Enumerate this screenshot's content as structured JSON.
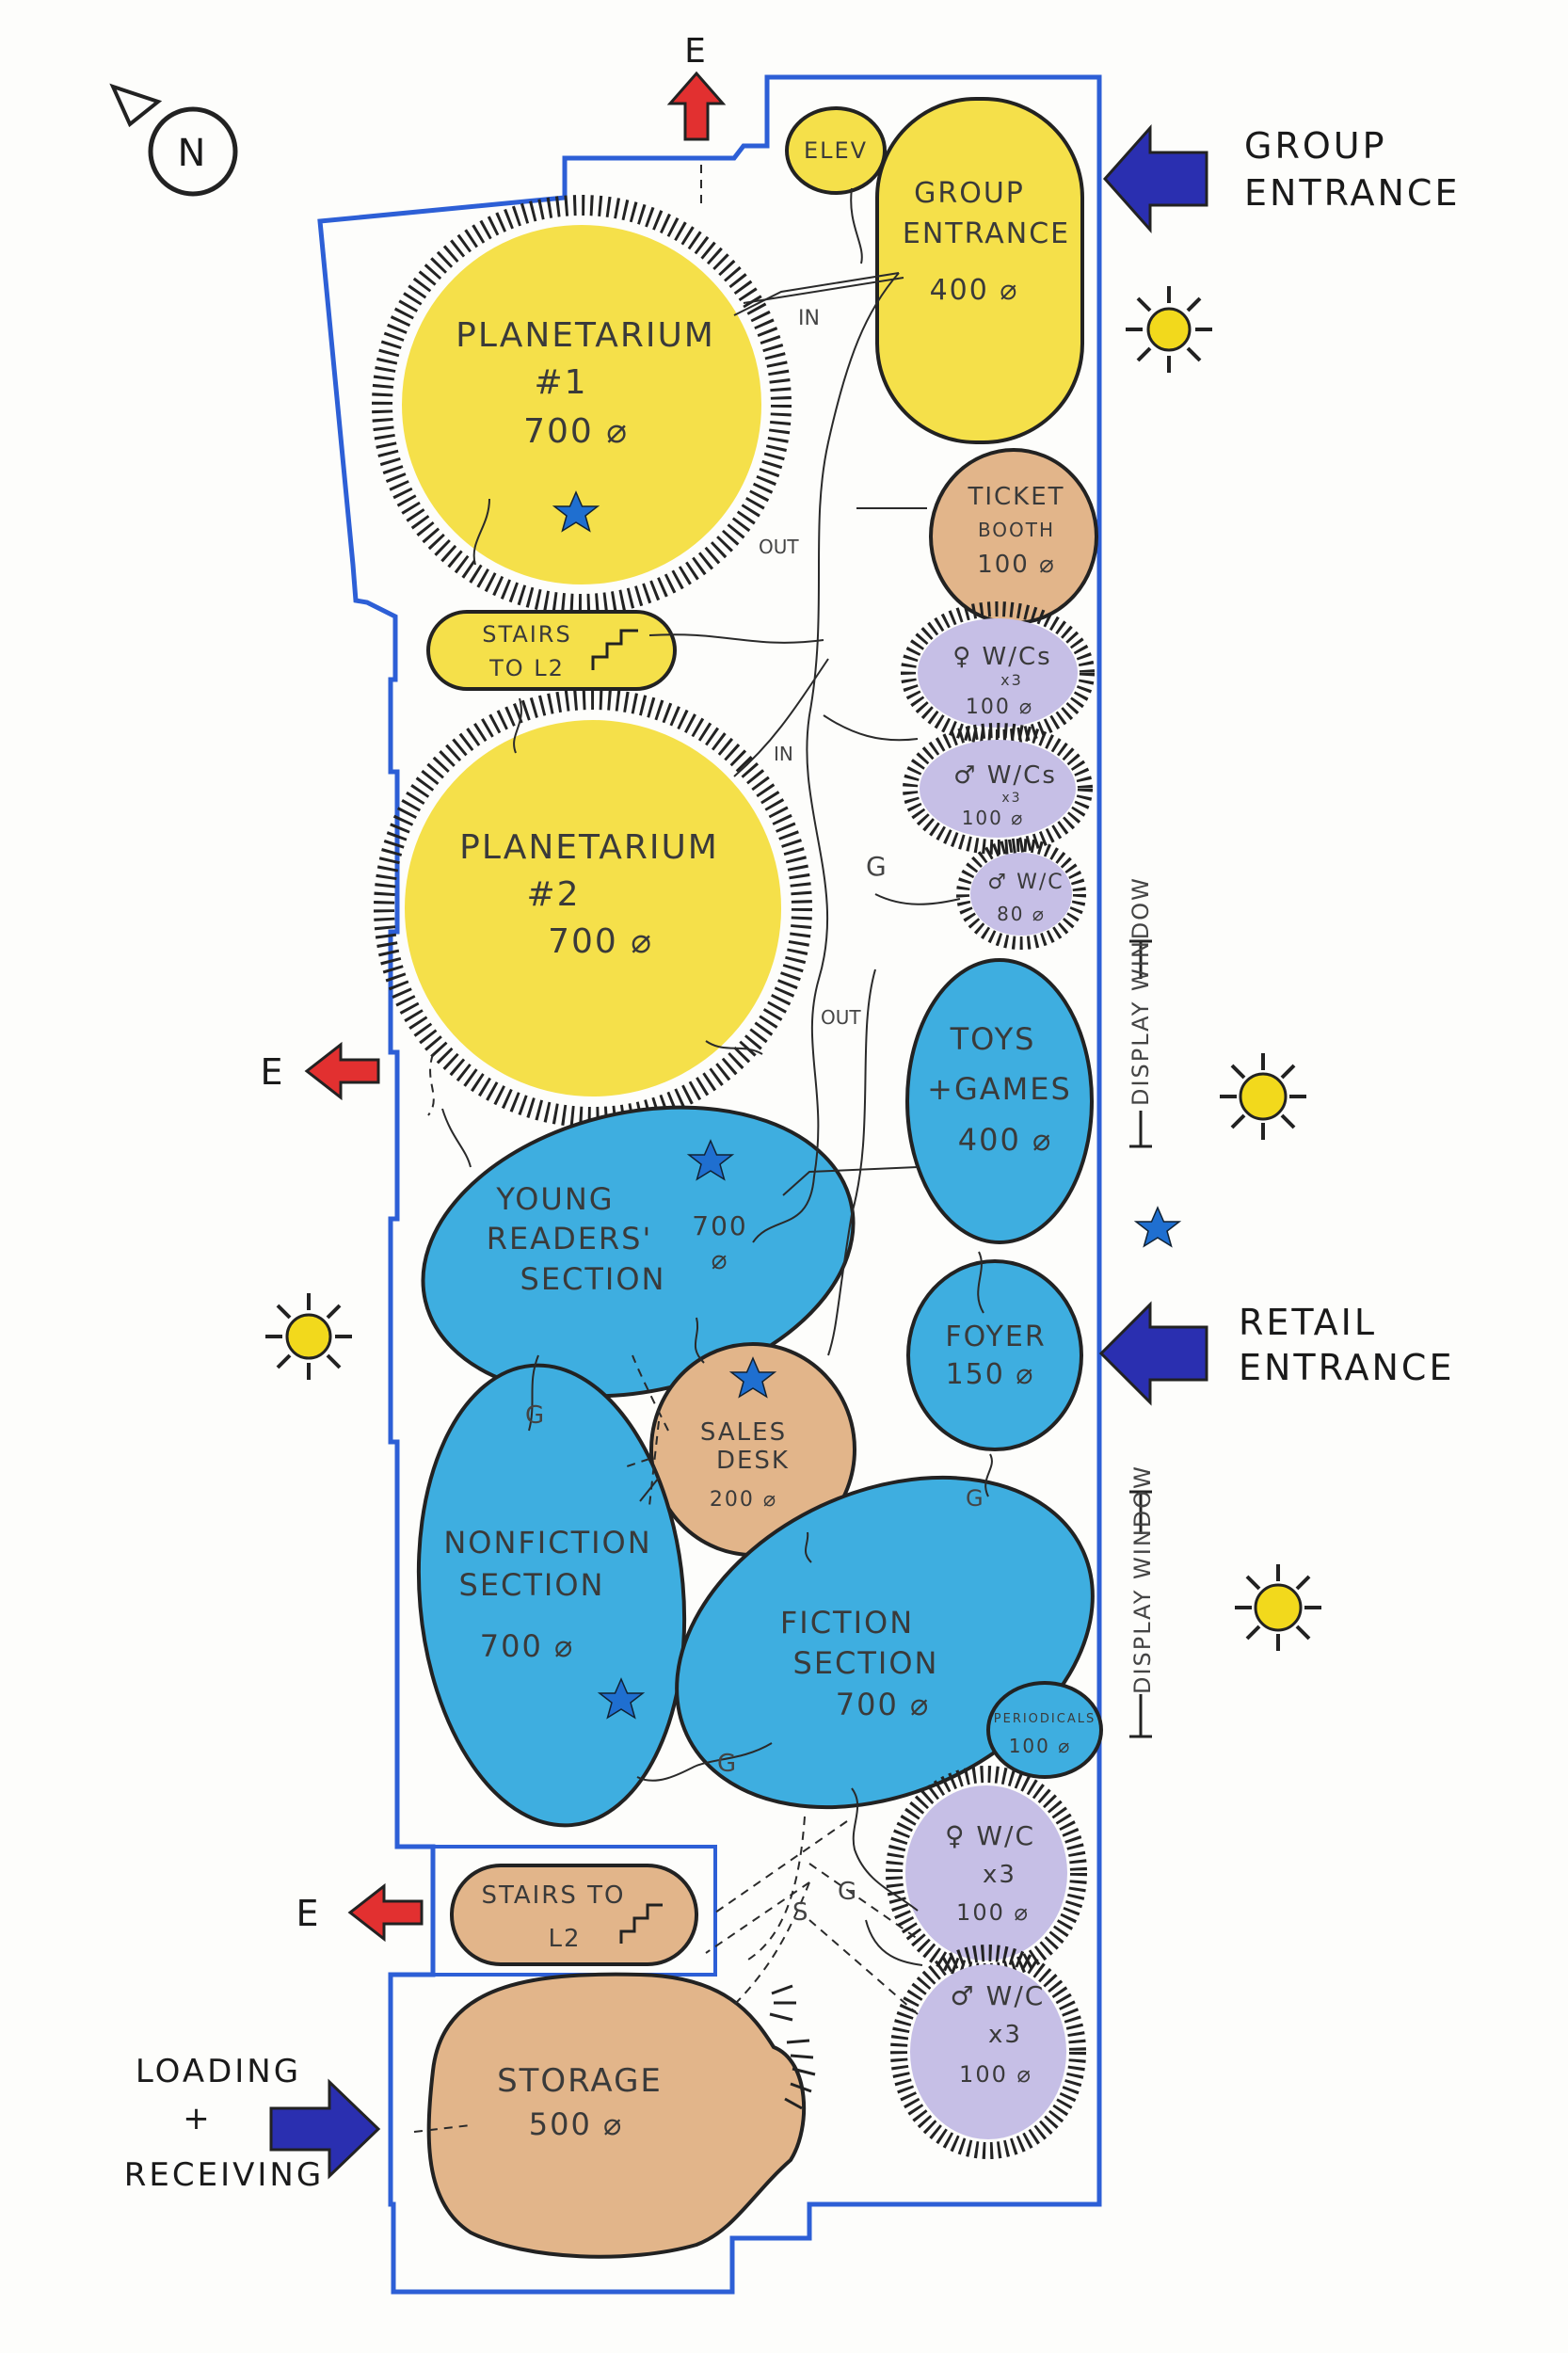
{
  "compass": {
    "label": "N"
  },
  "colors": {
    "wall": "#2d5fd6",
    "planetarium": "#f5e04a",
    "retail": "#3eaee0",
    "service": "#e2b58a",
    "restroom": "#c6bfe6",
    "entrance_arrow": "#2a2fb0",
    "exit_arrow": "#e23030",
    "star": "#1f6fd0",
    "sun": "#f2d91c"
  },
  "rooms": {
    "elev": {
      "name": "ELEV"
    },
    "group_entrance": {
      "name": [
        "GROUP",
        "ENTRANCE"
      ],
      "area": "400 ⌀"
    },
    "planetarium1": {
      "name": [
        "PLANETARIUM",
        "#1"
      ],
      "area": "700 ⌀"
    },
    "ticket_booth": {
      "name": [
        "TICKET",
        "BOOTH"
      ],
      "area": "100 ⌀"
    },
    "stairs_top": {
      "name": [
        "STAIRS",
        "TO L2"
      ]
    },
    "wc_f_top": {
      "name": "♀ W/Cs",
      "count": "x3",
      "area": "100 ⌀"
    },
    "wc_m_top": {
      "name": "♂ W/Cs",
      "count": "x3",
      "area": "100 ⌀"
    },
    "wc_m_single": {
      "name": "♂ W/C",
      "area": "80 ⌀"
    },
    "planetarium2": {
      "name": [
        "PLANETARIUM",
        "#2"
      ],
      "area": "700 ⌀"
    },
    "toys_games": {
      "name": [
        "TOYS",
        "+GAMES"
      ],
      "area": "400 ⌀"
    },
    "young_readers": {
      "name": [
        "YOUNG",
        "READERS'",
        "SECTION"
      ],
      "area": [
        "700",
        "⌀"
      ]
    },
    "foyer": {
      "name": "FOYER",
      "area": "150 ⌀"
    },
    "sales_desk": {
      "name": [
        "SALES",
        "DESK"
      ],
      "area": "200 ⌀"
    },
    "nonfiction": {
      "name": [
        "NONFICTION",
        "SECTION"
      ],
      "area": "700 ⌀"
    },
    "fiction": {
      "name": [
        "FICTION",
        "SECTION"
      ],
      "area": "700 ⌀"
    },
    "periodicals": {
      "name": "PERIODICALS",
      "area": "100 ⌀"
    },
    "wc_f_bottom": {
      "name": "♀ W/C",
      "count": "x3",
      "area": "100 ⌀"
    },
    "wc_m_bottom": {
      "name": "♂ W/C",
      "count": "x3",
      "area": "100 ⌀"
    },
    "stairs_bottom": {
      "name": [
        "STAIRS TO",
        "L2"
      ]
    },
    "storage": {
      "name": "STORAGE",
      "area": "500 ⌀"
    }
  },
  "outside_labels": {
    "group_entrance": [
      "GROUP",
      "ENTRANCE"
    ],
    "retail_entrance": [
      "RETAIL",
      "ENTRANCE"
    ],
    "loading": [
      "LOADING",
      "+",
      "RECEIVING"
    ],
    "display_window": "DISPLAY WINDOW",
    "exit": "E"
  },
  "flow_labels": {
    "in": "IN",
    "out": "OUT",
    "g": "G",
    "s": "S"
  }
}
